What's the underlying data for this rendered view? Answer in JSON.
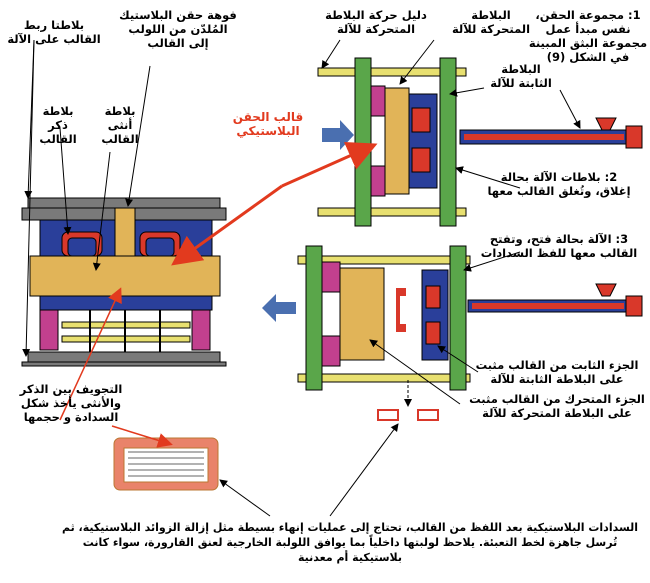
{
  "labels": {
    "tie_bars": "بلاطتا ربط\nالقالب على الآلة",
    "sprue_bushing": "فوهة حقن البلاستيك\nالمُلدّن من اللولب\nإلى القالب",
    "moving_guide": "دليل حركة البلاطة\nالمتحركة للآلة",
    "moving_platen": "البلاطة\nالمتحركة للآلة",
    "step1": "1: مجموعة الحقن،\nنفس مبدأ عمل\nمجموعة البثق المبينة\nفي الشكل (9)",
    "fixed_platen": "البلاطة\nالثابتة للآلة",
    "core_plate": "بلاطة\nذكر\nالقالب",
    "cavity_plate": "بلاطة\nأنثى\nالقالب",
    "mold_title": "قالب الحقن\nالبلاستيكي",
    "step2": "2: بلاطات الآلة بحالة\nإغلاق، وتُغلق القالب معها",
    "step3": "3: الآلة بحالة فتح، وتفتح\nالقالب معها للفظ السدادات",
    "cavity_space": "التجويف بين الذكر\nوالأنثى يأخذ شكل\nالسدادة و حجمها",
    "fixed_half": "الجزء الثابت من القالب مثبت\nعلى البلاطة الثابتة للآلة",
    "moving_half": "الجزء المتحرك من القالب مثبت\nعلى البلاطة المتحركة للآلة",
    "caption": "السدادات البلاستيكية بعد اللفظ من القالب، تحتاج إلى عمليات إنهاء بسيطة مثل إزالة الزوائد البلاستيكية، ثم\nتُرسل جاهزة لخط التعبئة. يلاحظ لولبتها داخلياً بما يوافق اللولبة الخارجية لعنق القارورة، سواء كانت\nبلاستيكية أم معدنية"
  },
  "colors": {
    "platen_green": "#5aa64a",
    "mold_tan": "#e1b458",
    "core_blue": "#2a3f9a",
    "clamp_magenta": "#c2408e",
    "guide_yellow": "#e8e070",
    "arrow_red": "#e23a1e",
    "screw_red": "#d9382a",
    "push_blue": "#4a6fb0",
    "plate_gray": "#7a7a7a"
  }
}
